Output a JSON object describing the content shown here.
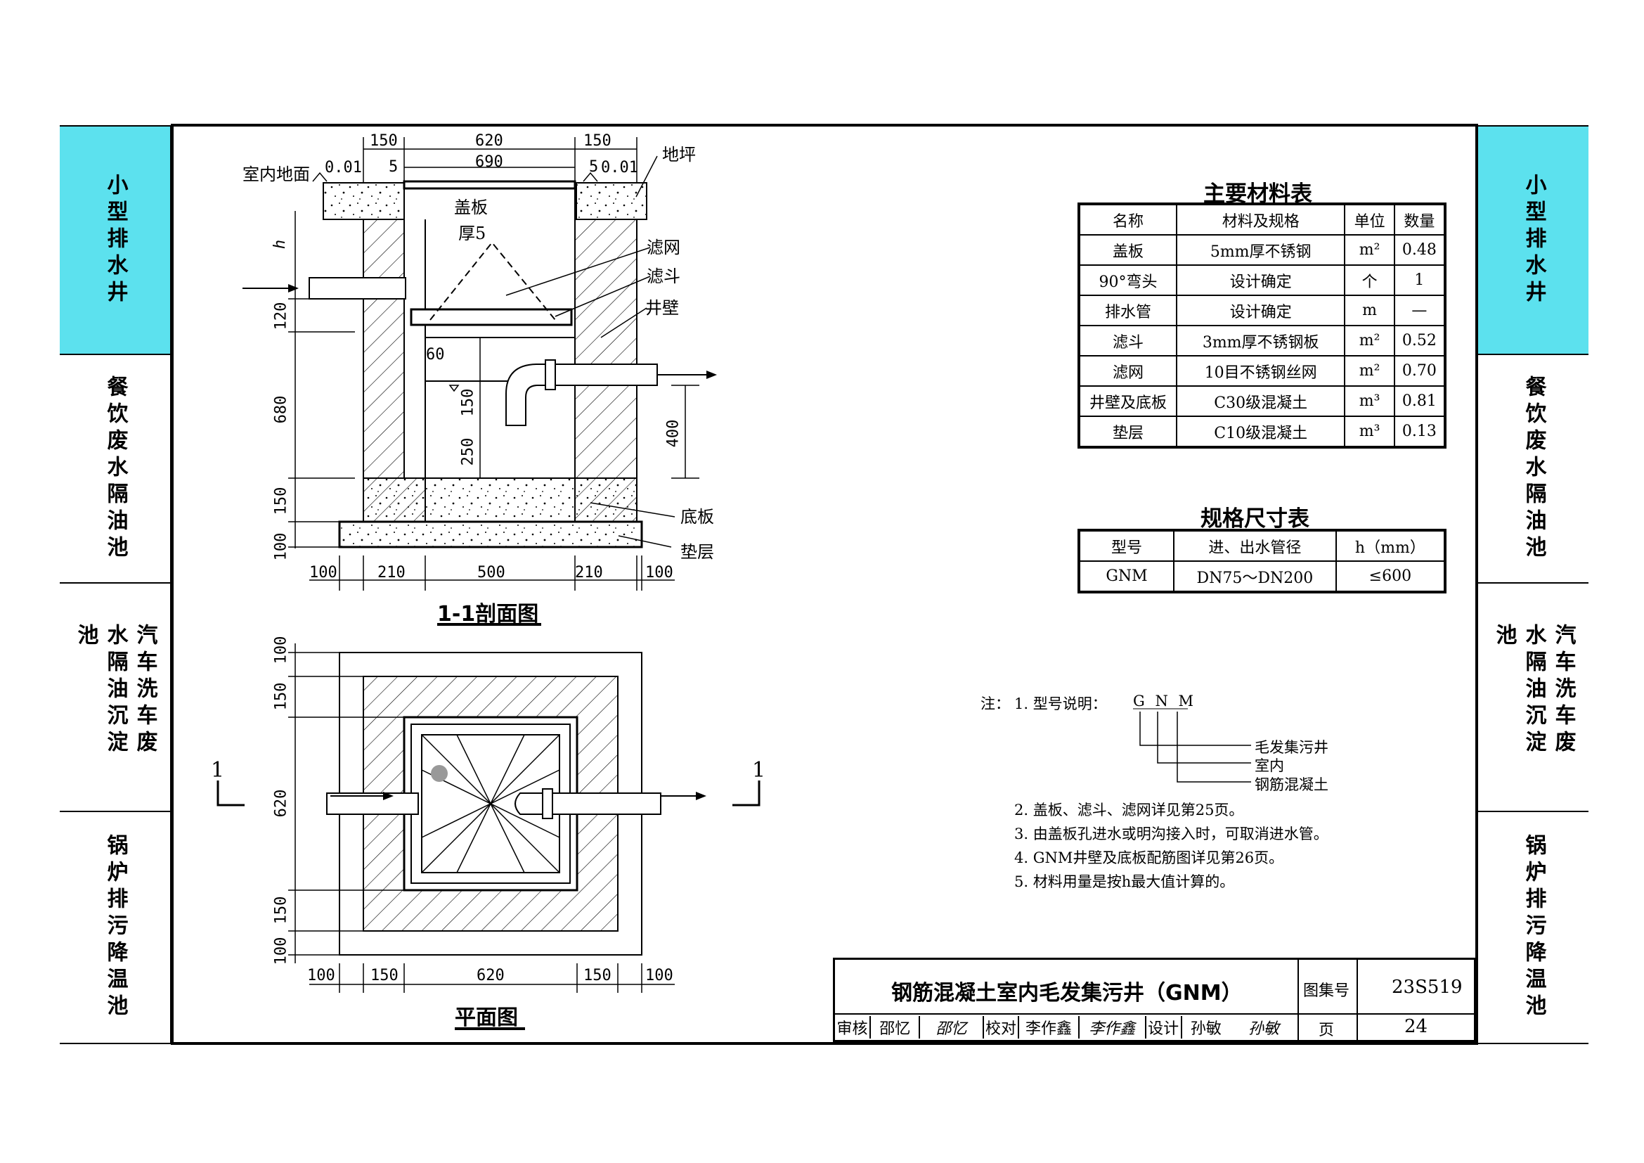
{
  "side_tabs": {
    "left": [
      "小型排水井",
      "餐饮废水隔油池",
      "汽车洗车废水隔油沉淀池",
      "锅炉排污降温池"
    ],
    "right": [
      "小型排水井",
      "餐饮废水隔油池",
      "汽车洗车废水隔油沉淀池",
      "锅炉排污降温池"
    ],
    "left_active": 0
  },
  "section_view": {
    "title": "1-1剖面图",
    "labels": {
      "floor": "室内地面",
      "floor_elev": "0.01",
      "floor_elev_right": "0.01",
      "slab": "地坪",
      "cover": "盖板",
      "cover_thick": "厚5",
      "screen1": "滤网",
      "filter": "滤斗",
      "wall": "井壁",
      "bottom": "底板",
      "cushion": "垫层"
    },
    "dims": {
      "top_150_left": "150",
      "top_620": "620",
      "top_150_right": "150",
      "top_690": "690",
      "top_5_left": "5",
      "top_5_right": "5",
      "h": "h",
      "d120": "120",
      "d680": "680",
      "d150": "150",
      "d100": "100",
      "d60": "60",
      "d150_inner": "150",
      "d250": "250",
      "d400": "400",
      "b100_l": "100",
      "b210_l": "210",
      "b500": "500",
      "b210_r": "210",
      "b100_r": "100"
    }
  },
  "plan_view": {
    "title": "平面图",
    "section_mark_left": "1",
    "section_mark_right": "1",
    "dims": {
      "v100_top": "100",
      "v150_top": "150",
      "v620": "620",
      "v150_bot": "150",
      "v100_bot": "100",
      "h100_l": "100",
      "h150_l": "150",
      "h620": "620",
      "h150_r": "150",
      "h100_r": "100"
    }
  },
  "materials_table": {
    "title": "主要材料表",
    "headers": [
      "名称",
      "材料及规格",
      "单位",
      "数量"
    ],
    "rows": [
      [
        "盖板",
        "5mm厚不锈钢",
        "m²",
        "0.48"
      ],
      [
        "90°弯头",
        "设计确定",
        "个",
        "1"
      ],
      [
        "排水管",
        "设计确定",
        "m",
        "—"
      ],
      [
        "滤斗",
        "3mm厚不锈钢板",
        "m²",
        "0.52"
      ],
      [
        "滤网",
        "10目不锈钢丝网",
        "m²",
        "0.70"
      ],
      [
        "井壁及底板",
        "C30级混凝土",
        "m³",
        "0.81"
      ],
      [
        "垫层",
        "C10级混凝土",
        "m³",
        "0.13"
      ]
    ]
  },
  "spec_table": {
    "title": "规格尺寸表",
    "headers": [
      "型号",
      "进、出水管径",
      "h（mm）"
    ],
    "rows": [
      [
        "GNM",
        "DN75～DN200",
        "≤600"
      ]
    ]
  },
  "notes": {
    "prefix": "注：",
    "n1": "1. 型号说明：",
    "model_letters": "G N M",
    "legend": [
      "毛发集污井",
      "室内",
      "钢筋混凝土"
    ],
    "n2": "2. 盖板、滤斗、滤网详见第25页。",
    "n3": "3. 由盖板孔进水或明沟接入时，可取消进水管。",
    "n4": "4. GNM井壁及底板配筋图详见第26页。",
    "n5": "5. 材料用量是按h最大值计算的。"
  },
  "title_block": {
    "drawing_title": "钢筋混凝土室内毛发集污井（GNM）",
    "atlas_label": "图集号",
    "atlas_no": "23S519",
    "review_label": "审核",
    "reviewer": "邵忆",
    "reviewer_sig": "邵忆",
    "check_label": "校对",
    "checker": "李作鑫",
    "checker_sig": "李作鑫",
    "design_label": "设计",
    "designer": "孙敏",
    "designer_sig": "孙敏",
    "page_label": "页",
    "page_no": "24"
  },
  "colors": {
    "tab_active": "#5ce1ee",
    "line": "#000000"
  }
}
